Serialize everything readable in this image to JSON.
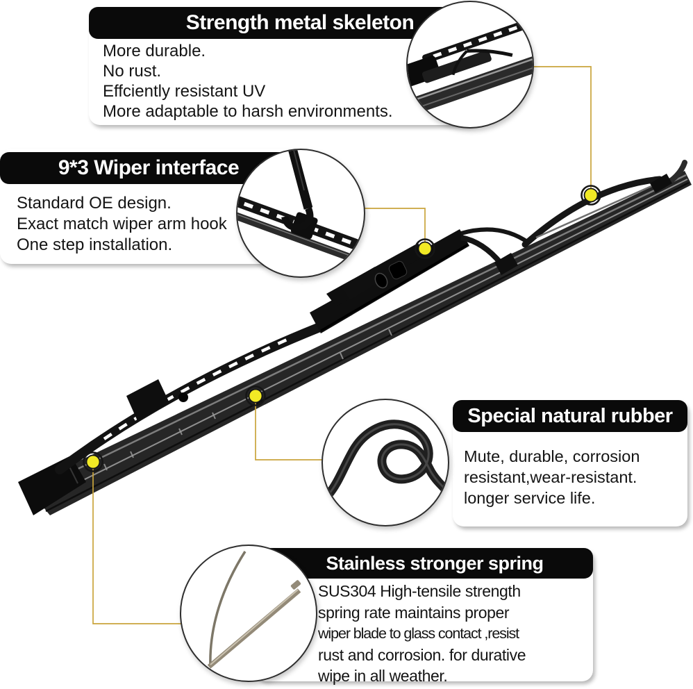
{
  "page": {
    "title": "Wiper blade feature infographic",
    "background": "#ffffff"
  },
  "colors": {
    "banner_bg": "#0a0a0a",
    "banner_text": "#ffffff",
    "body_text": "#141414",
    "connector_line": "#c9a43b",
    "dot_fill": "#f2ea25",
    "dot_ring": "#161616",
    "product_black": "#1a1a1a",
    "metal_gray": "#8f8f8f",
    "spring_metal": "#948b79"
  },
  "callouts": [
    {
      "id": "skeleton",
      "title": "Strength metal skeleton",
      "lines": [
        "More durable.",
        "No rust.",
        "Effciently resistant UV",
        "More adaptable to harsh environments."
      ]
    },
    {
      "id": "interface",
      "title": "9*3 Wiper interface",
      "lines": [
        "Standard OE design.",
        "Exact match wiper arm hook",
        "One step installation."
      ]
    },
    {
      "id": "rubber",
      "title": "Special natural rubber",
      "lines": [
        "Mute, durable, corrosion",
        "resistant,wear-resistant.",
        "longer service life."
      ]
    },
    {
      "id": "spring",
      "title": "Stainless stronger spring",
      "lines": [
        "SUS304 High-tensile strength",
        "spring rate maintains proper",
        "wiper blade to glass contact ,resist",
        "rust and corrosion. for durative",
        "wipe in all weather."
      ]
    }
  ],
  "figures": {
    "skeleton": "metal-skeleton-closeup",
    "interface": "wiper-arm-hook-closeup",
    "rubber": "coiled-rubber-strip",
    "spring": "stainless-spring-strip",
    "product": "wiper-blade"
  }
}
